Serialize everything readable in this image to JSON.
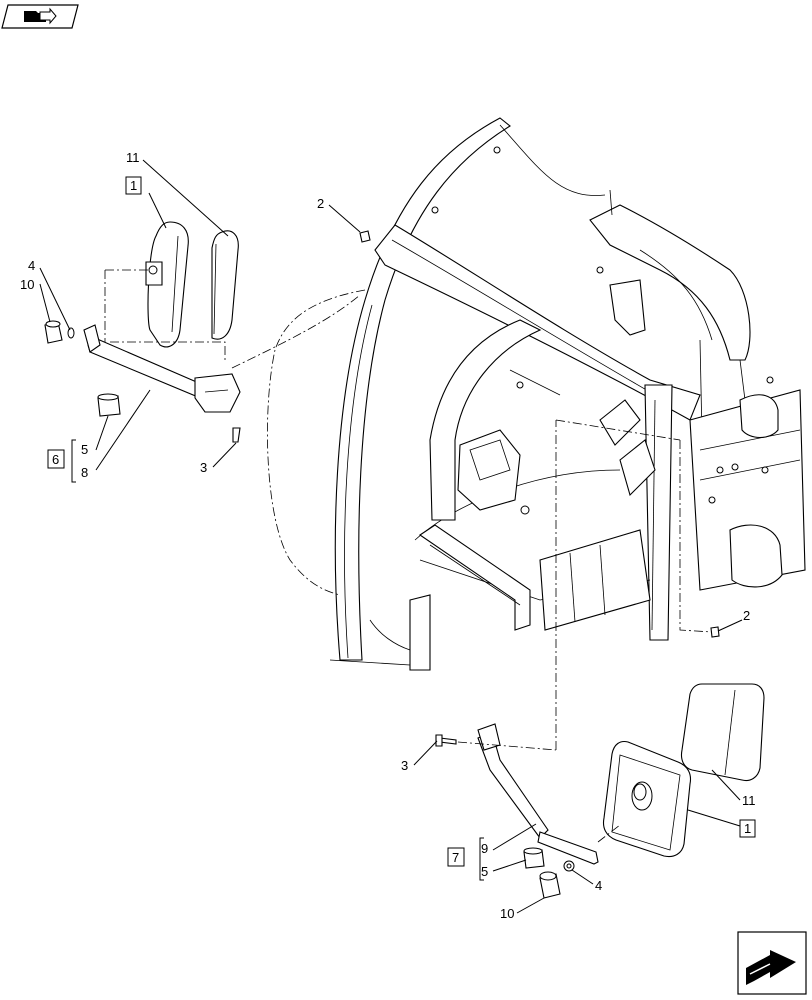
{
  "nav": {
    "top_icon": "folder-return-icon",
    "bottom_icon": "next-page-arrow-icon"
  },
  "callouts": {
    "c11_top": "11",
    "c1_top": "1",
    "c2_top": "2",
    "c4_left": "4",
    "c10_left": "10",
    "c6": "6",
    "c5_left": "5",
    "c8": "8",
    "c3_left": "3",
    "c2_right": "2",
    "c3_bottom": "3",
    "c11_bottom": "11",
    "c1_bottom": "1",
    "c7": "7",
    "c9": "9",
    "c5_bottom": "5",
    "c4_bottom": "4",
    "c10_bottom": "10"
  }
}
